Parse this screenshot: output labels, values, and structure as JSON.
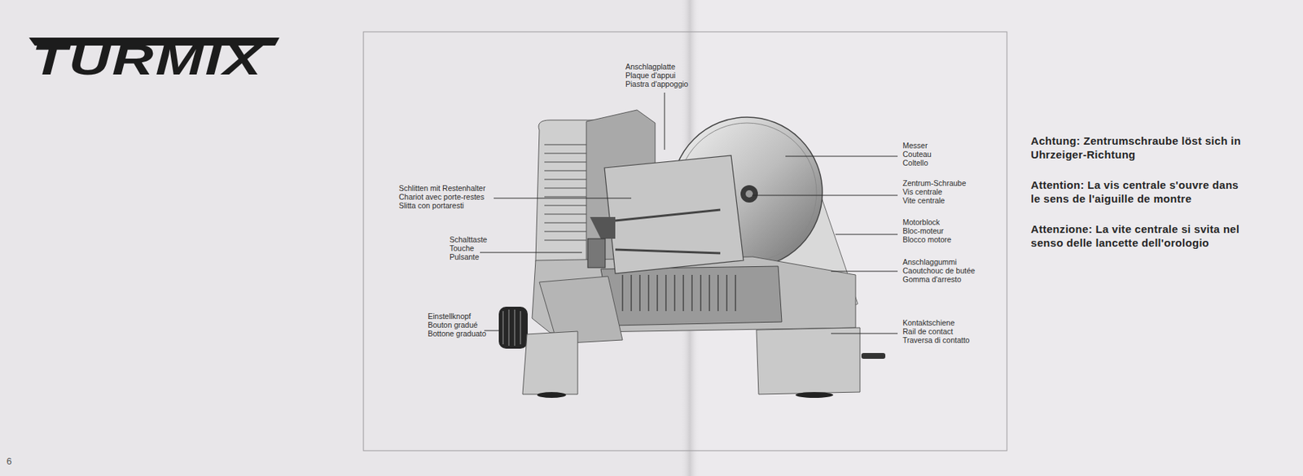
{
  "diagram": {
    "title": "TURMIX",
    "labels": [
      "Anschlagplatte",
      "Plaque d'appui",
      "Piastra d'appoggio",
      "Schlitten mit Restenhalter",
      "Chariot avec porte-restes",
      "Slitta con portaresti",
      "Schalttaste",
      "Touche",
      "Pulsante",
      "Einstellknopf",
      "Bouton gradué",
      "Bottone graduato",
      "Messer",
      "Couteau",
      "Coltello",
      "Zentrum-Schraube",
      "Vis centrale",
      "Vite centrale",
      "Motorblock",
      "Bloc-moteur",
      "Blocco motore",
      "Anschlaggummi",
      "Caoutchouc de butée",
      "Gomma d'arresto",
      "Kontaktschiene",
      "Rail de contact",
      "Traversa di contatto",
      "Achtung: Zentrumschraube löst sich in Uhrzeiger-Richtung",
      "Attention: La vis centrale s'ouvre dans le sens de l'aiguille de montre",
      "Attenzione: La vite centrale si svita nel senso delle lancette dell'orologio",
      "6"
    ]
  }
}
